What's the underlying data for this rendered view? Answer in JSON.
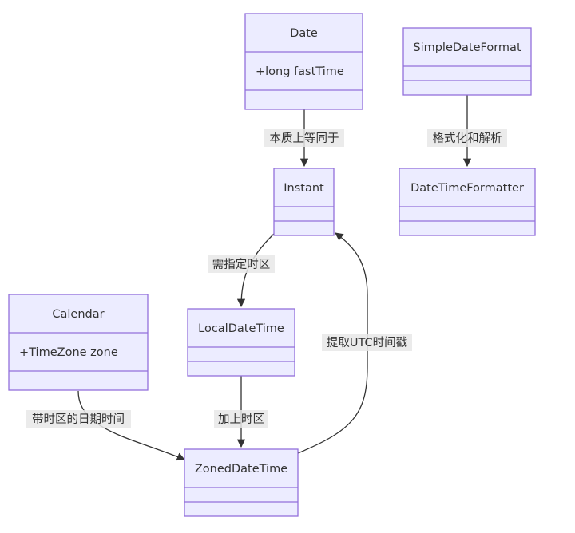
{
  "classes": {
    "date": {
      "name": "Date",
      "attributes": [
        "+long fastTime"
      ]
    },
    "simpledateformat": {
      "name": "SimpleDateFormat",
      "attributes": []
    },
    "instant": {
      "name": "Instant",
      "attributes": []
    },
    "datetimeformatter": {
      "name": "DateTimeFormatter",
      "attributes": []
    },
    "calendar": {
      "name": "Calendar",
      "attributes": [
        "+TimeZone zone"
      ]
    },
    "localdatetime": {
      "name": "LocalDateTime",
      "attributes": []
    },
    "zoneddatetime": {
      "name": "ZonedDateTime",
      "attributes": []
    }
  },
  "relations": [
    {
      "from": "Date",
      "to": "Instant",
      "label": "本质上等同于"
    },
    {
      "from": "SimpleDateFormat",
      "to": "DateTimeFormatter",
      "label": "格式化和解析"
    },
    {
      "from": "Instant",
      "to": "LocalDateTime",
      "label": "需指定时区"
    },
    {
      "from": "LocalDateTime",
      "to": "ZonedDateTime",
      "label": "加上时区"
    },
    {
      "from": "Calendar",
      "to": "ZonedDateTime",
      "label": "带时区的日期时间"
    },
    {
      "from": "ZonedDateTime",
      "to": "Instant",
      "label": "提取UTC时间戳"
    }
  ],
  "colors": {
    "node_fill": "#ececff",
    "node_stroke": "#9370db",
    "edge": "#333333",
    "label_bg": "#e8e8e8"
  }
}
